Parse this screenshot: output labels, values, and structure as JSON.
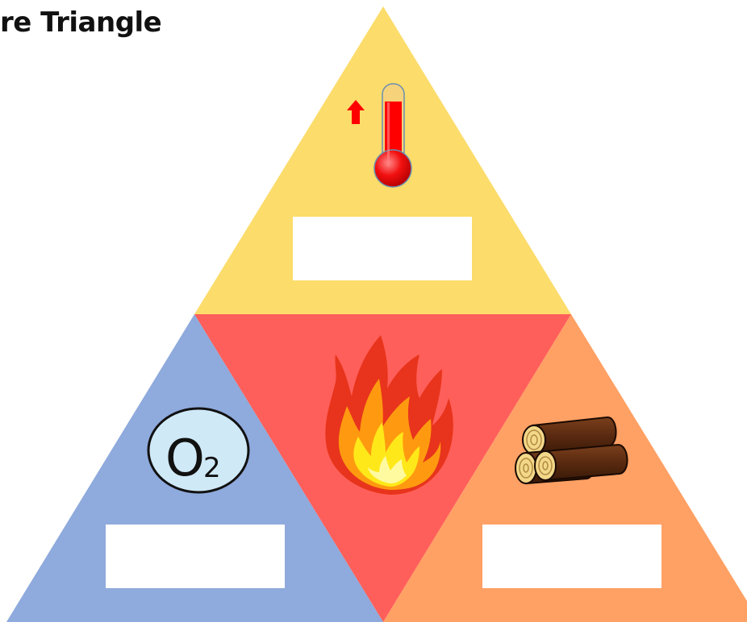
{
  "title": "re Triangle",
  "colors": {
    "heat": "#FCDC6A",
    "fire": "#FF5F5A",
    "oxygen": "#8FAADC",
    "fuel": "#FFA064",
    "answer_box": "#FFFFFF"
  },
  "sections": {
    "heat": {
      "icon": "thermometer-icon",
      "answer": ""
    },
    "fire": {
      "icon": "flame-icon"
    },
    "oxygen": {
      "icon": "oxygen-icon",
      "label_main": "O",
      "label_sub": "2",
      "answer": ""
    },
    "fuel": {
      "icon": "logs-icon",
      "answer": ""
    }
  }
}
